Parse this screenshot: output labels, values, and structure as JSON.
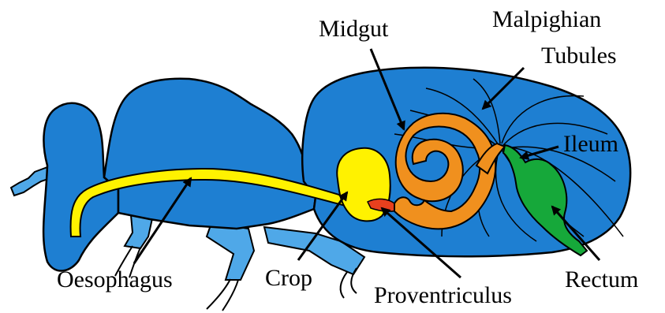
{
  "labels": {
    "midgut": "Midgut",
    "malpighian_line1": "Malpighian",
    "malpighian_line2": "Tubules",
    "ileum": "Ileum",
    "oesophagus": "Oesophagus",
    "crop": "Crop",
    "proventriculus": "Proventriculus",
    "rectum": "Rectum"
  },
  "colors": {
    "body": "#1E7FD2",
    "leg": "#4FA8E8",
    "oesophagus": "#FFF200",
    "crop": "#FFF200",
    "midgut": "#F0901E",
    "proventriculus": "#E8401E",
    "ileum_rectum": "#16A83A",
    "outline": "#000000",
    "background": "#FFFFFF"
  }
}
